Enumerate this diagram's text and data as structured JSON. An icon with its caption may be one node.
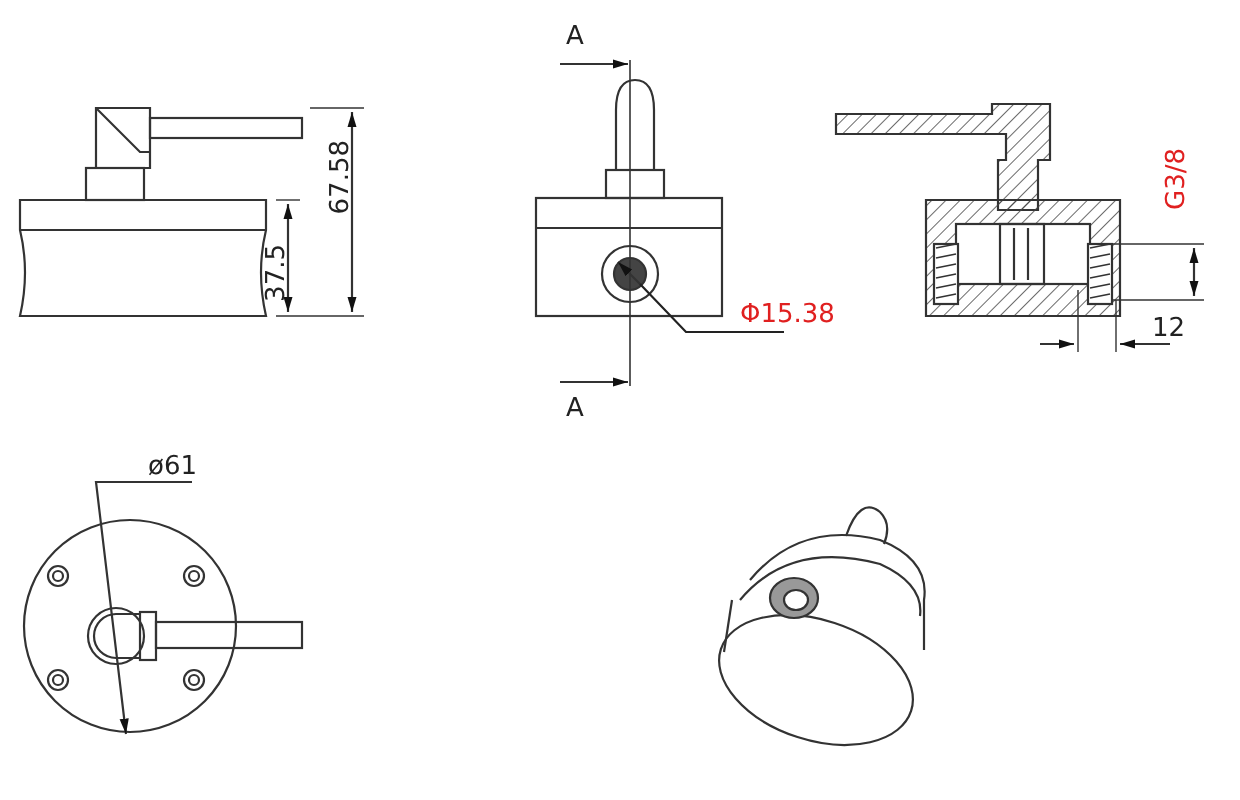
{
  "diagram": {
    "labels": [
      "A",
      "G3/8",
      "67.58",
      "37.5",
      "Φ15.38",
      "12",
      "A",
      "ø61"
    ]
  }
}
